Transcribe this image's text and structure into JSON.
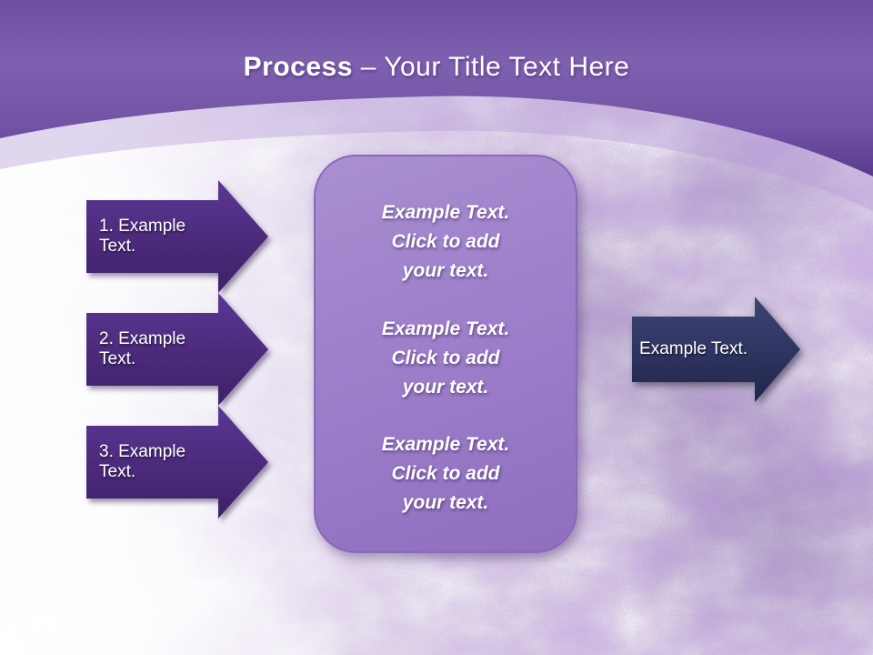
{
  "slide_title": {
    "emphasis": "Process",
    "rest": " – Your Title Text Here"
  },
  "process_steps": [
    {
      "label": "1. Example Text."
    },
    {
      "label": "2. Example Text."
    },
    {
      "label": "3. Example Text."
    }
  ],
  "detail_panel": {
    "blocks": [
      {
        "text": "Example Text.\nClick  to add\nyour text."
      },
      {
        "text": "Example Text.\nClick  to add\nyour text."
      },
      {
        "text": "Example Text.\nClick  to add\nyour text."
      }
    ]
  },
  "result_arrow": {
    "label": "Example Text."
  },
  "theme_colors": {
    "header_purple": "#7a58ab",
    "step_arrow_purple": "#4b2a7b",
    "panel_lavender": "#9d7fca",
    "result_arrow_navy": "#2e3460",
    "title_text": "#ffffff"
  }
}
